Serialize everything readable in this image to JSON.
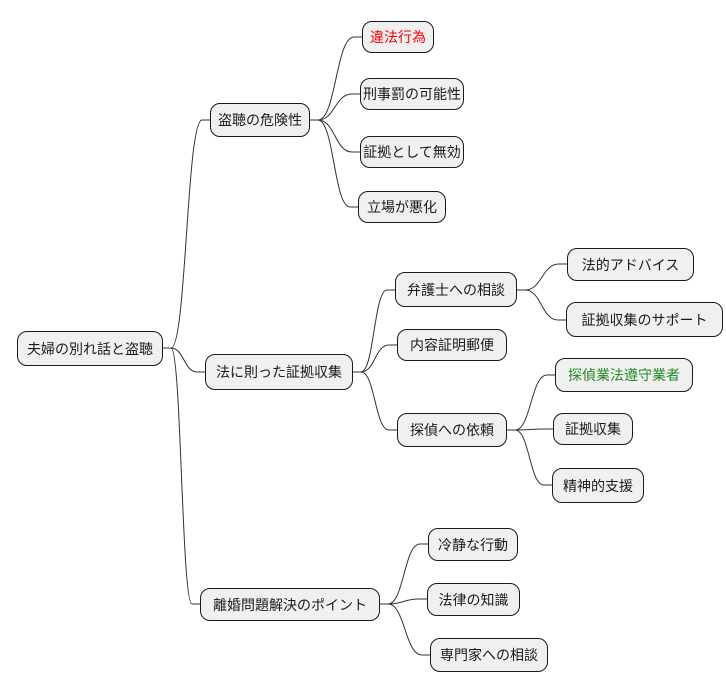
{
  "mindmap": {
    "type": "mindmap",
    "root": {
      "label": "夫婦の別れ話と盗聴",
      "children": [
        {
          "label": "盗聴の危険性",
          "children": [
            {
              "label": "違法行為",
              "color": "red"
            },
            {
              "label": "刑事罰の可能性"
            },
            {
              "label": "証拠として無効"
            },
            {
              "label": "立場が悪化"
            }
          ]
        },
        {
          "label": "法に則った証拠収集",
          "children": [
            {
              "label": "弁護士への相談",
              "children": [
                {
                  "label": "法的アドバイス"
                },
                {
                  "label": "証拠収集のサポート"
                }
              ]
            },
            {
              "label": "内容証明郵便"
            },
            {
              "label": "探偵への依頼",
              "children": [
                {
                  "label": "探偵業法遵守業者",
                  "color": "green"
                },
                {
                  "label": "証拠収集"
                },
                {
                  "label": "精神的支援"
                }
              ]
            }
          ]
        },
        {
          "label": "離婚問題解決のポイント",
          "children": [
            {
              "label": "冷静な行動"
            },
            {
              "label": "法律の知識"
            },
            {
              "label": "専門家への相談"
            }
          ]
        }
      ]
    },
    "colors": {
      "red": "#ff0000",
      "green": "#228B22",
      "node_fill": "#f0f0f0",
      "node_border": "#1a1a1a",
      "edge": "#333333",
      "default_text": "#1a1a1a"
    }
  }
}
